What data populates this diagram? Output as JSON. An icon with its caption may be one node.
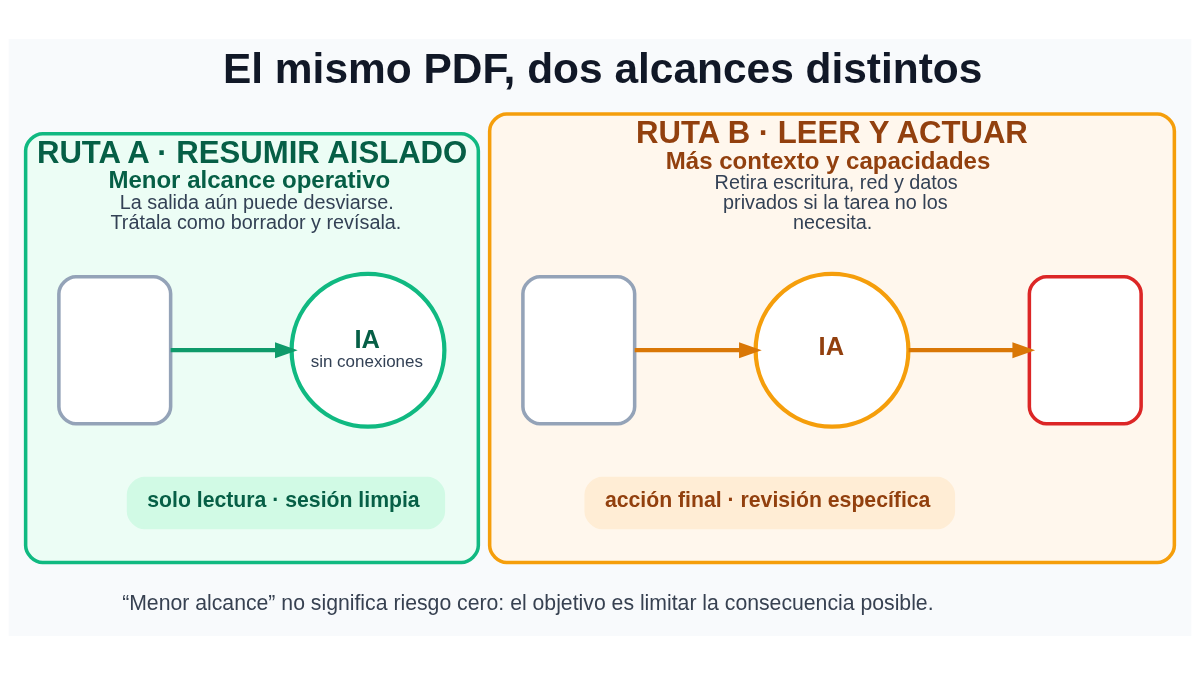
{
  "diagram": {
    "title": "El mismo PDF, dos alcances distintos",
    "caption": "“Menor alcance” no significa riesgo cero: el objetivo es limitar la consecuencia posible.",
    "nodes": [
      {
        "text": [
          "RUTA A · RESUMIR AISLADO",
          "Menor alcance operativo",
          "La salida aún puede desviarse. Trátala como borrador y revísala."
        ]
      },
      {
        "text": [],
        "shape": "box",
        "in": 0
      },
      {
        "text": [
          "IA",
          "sin conexiones"
        ],
        "in": 0
      },
      {
        "text": [
          "solo lectura · sesión limpia"
        ],
        "in": 0
      },
      {
        "text": [
          "RUTA B · LEER Y ACTUAR",
          "Más contexto y capacidades",
          "Retira escritura, red y datos privados si la tarea no los necesita."
        ]
      },
      {
        "text": [],
        "shape": "box",
        "in": 4
      },
      {
        "text": [
          "IA"
        ],
        "in": 4
      },
      {
        "text": [],
        "shape": "box",
        "in": 4
      },
      {
        "text": [
          "acción final · revisión específica"
        ],
        "in": 4
      }
    ],
    "edges": [
      {
        "from": 1,
        "to": 2,
        "arrow": "to",
        "color": "#0f9a6a"
      },
      {
        "from": 5,
        "to": 6,
        "arrow": "to",
        "color": "#d97706"
      },
      {
        "from": 6,
        "to": 7,
        "arrow": "to",
        "color": "#d97706"
      }
    ]
  }
}
